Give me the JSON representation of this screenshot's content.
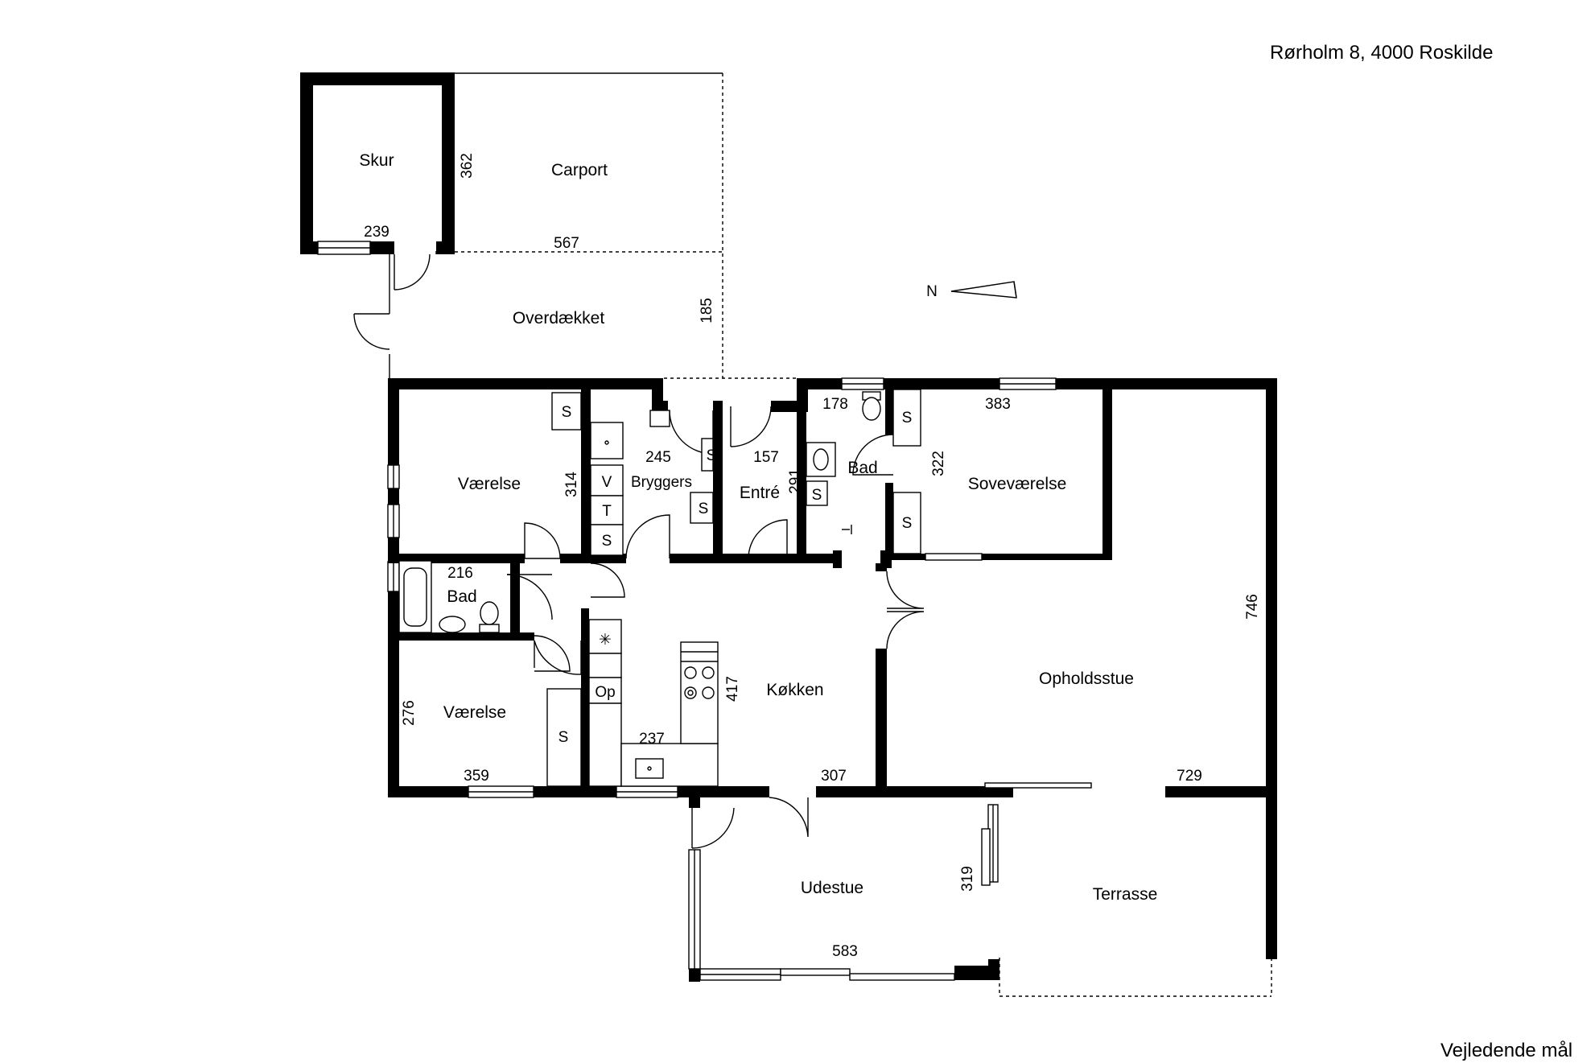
{
  "header": {
    "address": "Rørholm 8, 4000 Roskilde",
    "disclaimer": "Vejledende mål"
  },
  "compass": {
    "label": "N"
  },
  "rooms": {
    "skur": "Skur",
    "carport": "Carport",
    "overdaekket": "Overdækket",
    "vaerelse_top": "Værelse",
    "bryggers": "Bryggers",
    "entre": "Entré",
    "bad_north": "Bad",
    "sovevaerelse": "Soveværelse",
    "bad_west": "Bad",
    "vaerelse_bottom": "Værelse",
    "koekken": "Køkken",
    "opholdsstue": "Opholdsstue",
    "udestue": "Udestue",
    "terrasse": "Terrasse"
  },
  "dimensions": {
    "skur_width": "239",
    "carport_height": "362",
    "carport_width": "567",
    "overdaekket_height": "185",
    "vaerelse_top_height": "314",
    "bryggers_width": "245",
    "entre_width": "157",
    "bad_north_width": "178",
    "bad_north_height": "291",
    "sovevaerelse_width": "383",
    "sovevaerelse_height": "322",
    "bad_west_width": "216",
    "vaerelse_bottom_height": "276",
    "vaerelse_bottom_width": "359",
    "koekken_height": "417",
    "koekken_width": "237",
    "koekken_width_2": "307",
    "opholdsstue_height": "746",
    "opholdsstue_width": "729",
    "udestue_height": "319",
    "udestue_width": "583"
  },
  "fixtures": {
    "cabinet": "S",
    "washer": "V",
    "dryer": "T",
    "freezer": "✳",
    "op": "Op"
  }
}
